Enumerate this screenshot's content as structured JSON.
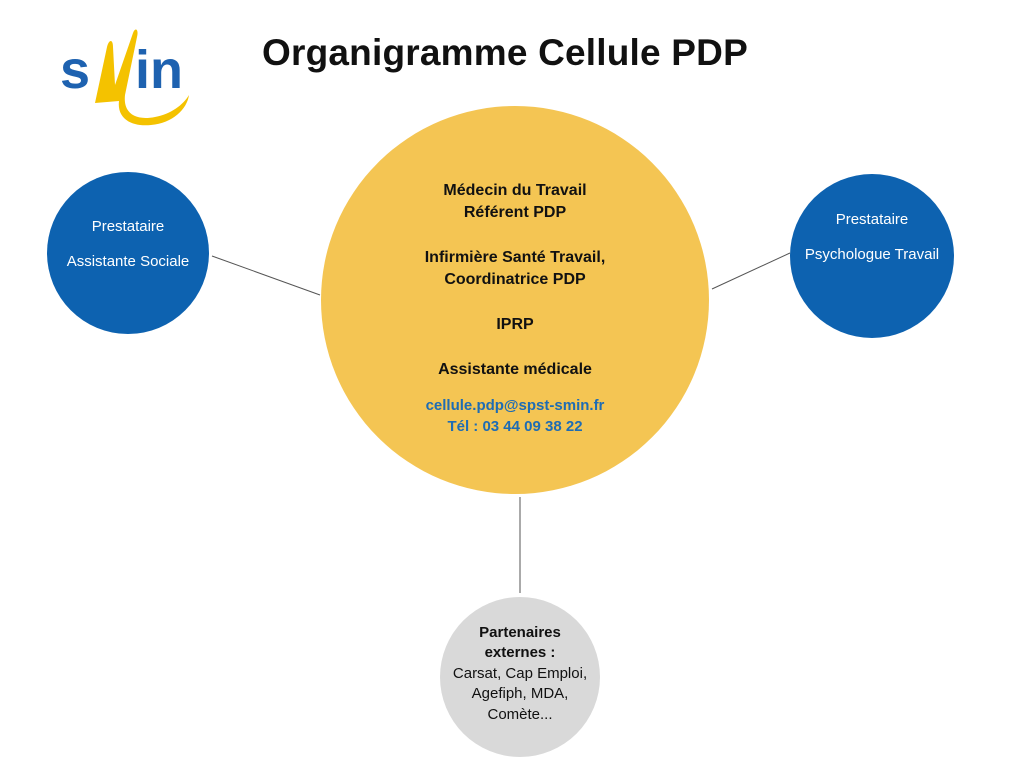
{
  "logo": {
    "text_left": "s",
    "text_right": "in",
    "swoosh_letter": "M",
    "colors": {
      "blue": "#1e62b0",
      "yellow": "#f4c200"
    }
  },
  "title": "Organigramme Cellule PDP",
  "nodes": {
    "left": {
      "line1": "Prestataire",
      "line2": "Assistante Sociale",
      "color": "#0d62b0"
    },
    "right": {
      "line1": "Prestataire",
      "line2": "Psychologue Travail",
      "color": "#0d62b0"
    },
    "center": {
      "color": "#f4c553",
      "roles": [
        {
          "l1": "Médecin du Travail",
          "l2": "Référent PDP"
        },
        {
          "l1": "Infirmière Santé Travail,",
          "l2": "Coordinatrice PDP"
        },
        {
          "l1": "IPRP"
        },
        {
          "l1": "Assistante médicale"
        }
      ],
      "email": "cellule.pdp@spst-smin.fr",
      "phone": "Tél : 03 44 09 38 22",
      "contact_color": "#1e6cb4"
    },
    "bottom": {
      "color": "#d9d9d9",
      "heading1": "Partenaires",
      "heading2": "externes :",
      "body": [
        "Carsat, Cap Emploi,",
        "Agefiph, MDA,",
        "Comète..."
      ]
    }
  }
}
